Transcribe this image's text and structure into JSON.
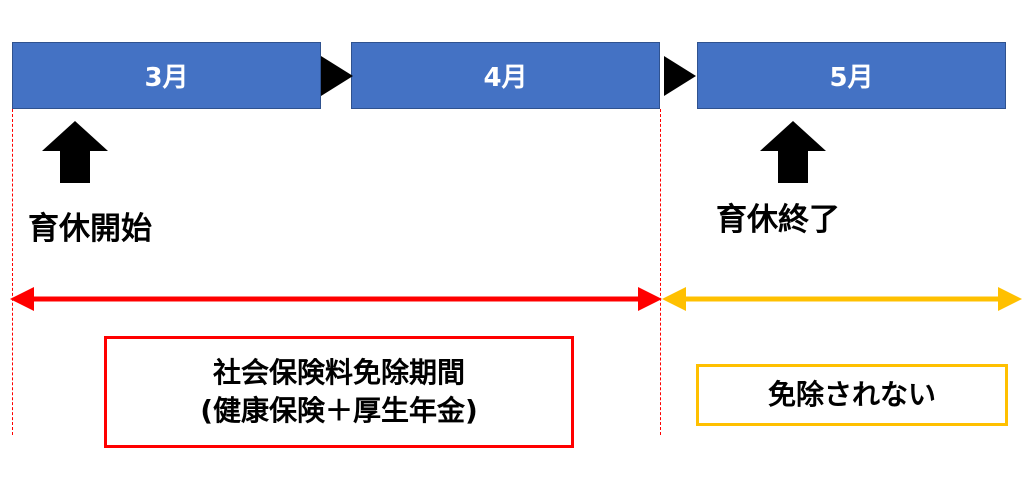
{
  "months": [
    "3月",
    "4月",
    "5月"
  ],
  "markers": {
    "start": "育休開始",
    "end": "育休終了"
  },
  "exempt_box": {
    "line1": "社会保険料免除期間",
    "line2": "(健康保険＋厚生年金)"
  },
  "not_exempt_box": {
    "text": "免除されない"
  },
  "colors": {
    "month_fill": "#4472c4",
    "exempt": "#ff0000",
    "not_exempt": "#ffc000"
  }
}
